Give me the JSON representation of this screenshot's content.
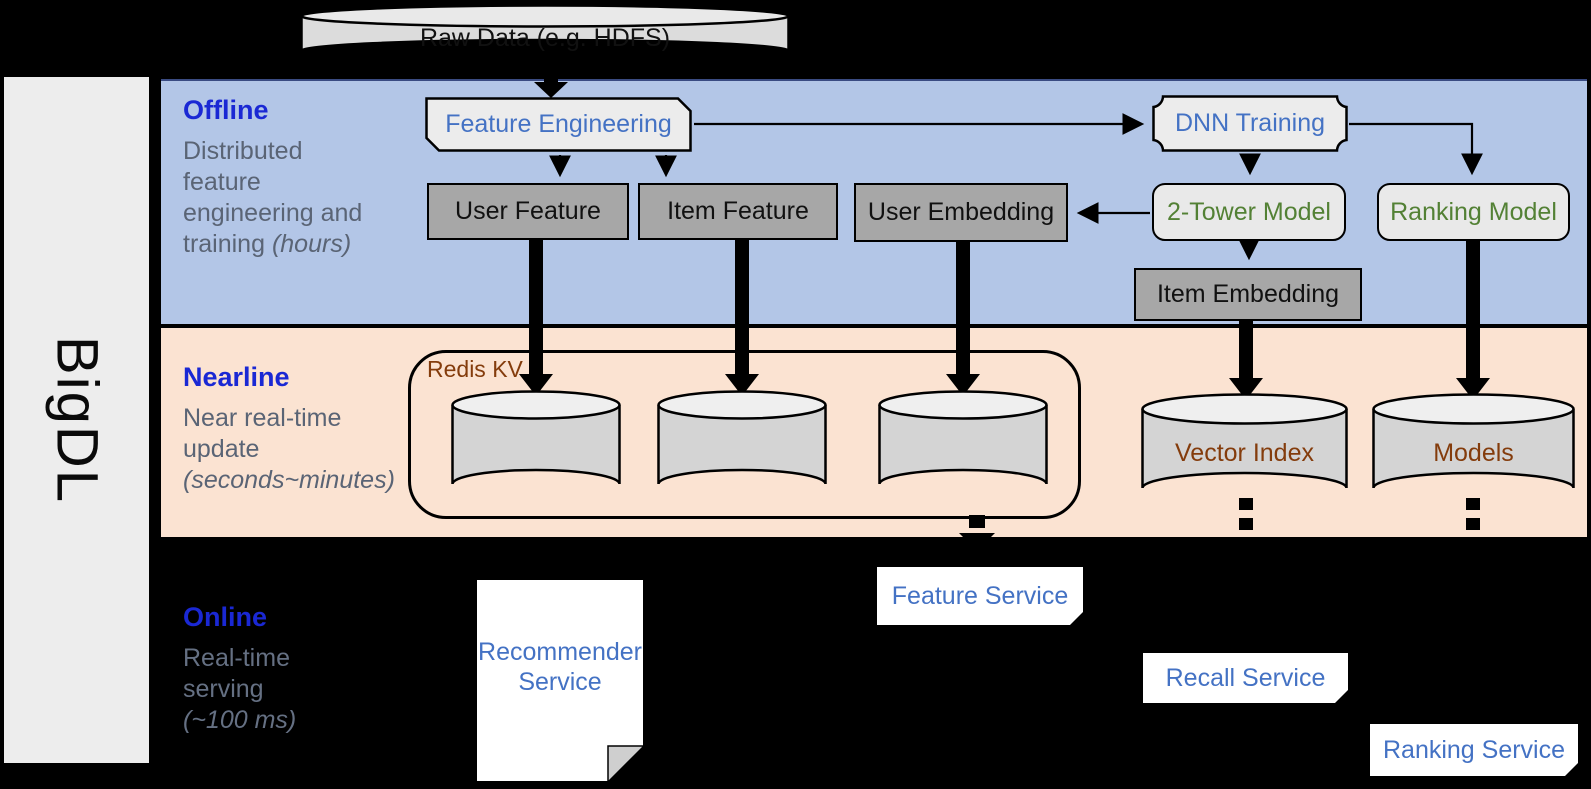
{
  "brand": {
    "name": "BigDL"
  },
  "lanes": {
    "offline": {
      "title": "Offline",
      "lines": [
        "Distributed",
        "feature",
        "engineering and"
      ],
      "tail": "training ",
      "tail_italic": "(hours)"
    },
    "nearline": {
      "title": "Nearline",
      "lines": [
        "Near real-time",
        "update"
      ],
      "tail": "",
      "tail_italic": "(seconds~minutes)"
    },
    "online": {
      "title": "Online",
      "lines": [
        "Real-time",
        "serving"
      ],
      "tail": "",
      "tail_italic": "(~100 ms)"
    }
  },
  "nodes": {
    "raw_data": "Raw Data (e.g. HDFS)",
    "feature_engineering": "Feature Engineering",
    "dnn_training": "DNN Training",
    "user_feature": "User Feature",
    "item_feature": "Item Feature",
    "user_embedding": "User Embedding",
    "two_tower_model": "2-Tower Model",
    "ranking_model": "Ranking Model",
    "item_embedding": "Item Embedding",
    "redis_kv": "Redis KV",
    "vector_index": "Vector Index",
    "models": "Models",
    "recommender_service": "Recommender Service",
    "feature_service": "Feature Service",
    "recall_service": "Recall Service",
    "ranking_service": "Ranking Service"
  },
  "colors": {
    "offline_band": "#b3c6e7",
    "nearline_band": "#fbe3d2",
    "heading_blue": "#1a28d4",
    "node_text_blue": "#4472c4",
    "model_text_green": "#538135",
    "storage_text_rust": "#843c0c",
    "gray_box_fill": "#a7a7a7",
    "light_box_fill": "#e9e9e9",
    "background": "#000000"
  }
}
